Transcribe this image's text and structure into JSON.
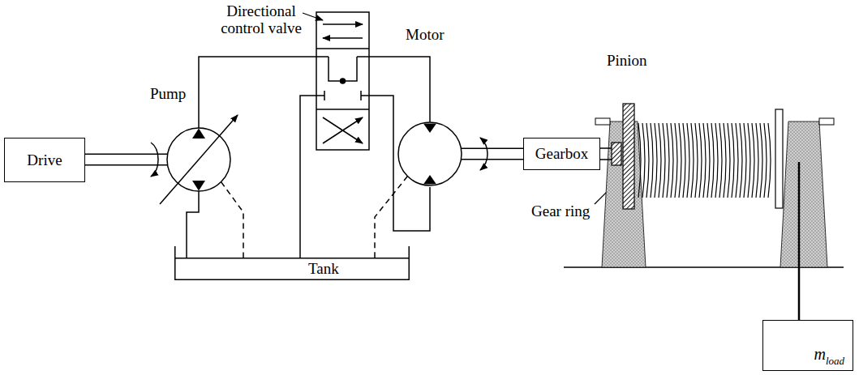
{
  "diagram": {
    "nodes": [
      {
        "text": [
          "Drive"
        ]
      },
      {
        "text": [
          "Pump"
        ]
      },
      {
        "text": [
          "Motor"
        ]
      },
      {
        "text": [
          "Gearbox"
        ]
      },
      {
        "text": [
          "Tank"
        ]
      },
      {
        "text": [
          "m",
          "load"
        ]
      }
    ],
    "edges": [
      {
        "from": 0,
        "to": 1,
        "arrow": "none"
      },
      {
        "from": 1,
        "to": 4,
        "arrow": "none"
      },
      {
        "from": 1,
        "to": 4,
        "arrow": "none"
      },
      {
        "from": 2,
        "to": 4,
        "arrow": "none"
      },
      {
        "from": 2,
        "to": 3,
        "arrow": "none"
      }
    ],
    "labels": [
      "Directional control valve",
      "Pinion",
      "Gear ring"
    ]
  }
}
